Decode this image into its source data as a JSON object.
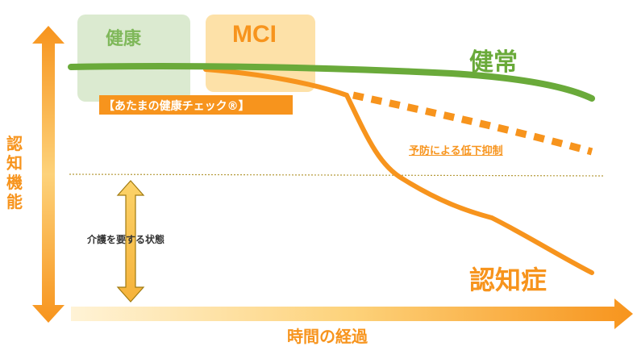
{
  "stages": {
    "healthy": "健康",
    "mci": "MCI"
  },
  "check_label": "【あたまの健康チェック®】",
  "curves": {
    "normal": "健常",
    "prevention": "予防による低下抑制",
    "dementia": "認知症"
  },
  "care_label": "介護を要する状態",
  "axis": {
    "y": "認知機能",
    "x": "時間の経過"
  },
  "colors": {
    "green": "#6aaa3a",
    "orange": "#f7941d",
    "light_green": "#dbead0",
    "light_orange": "#fde1a8",
    "arrow_yellow": "#fcd36a"
  }
}
